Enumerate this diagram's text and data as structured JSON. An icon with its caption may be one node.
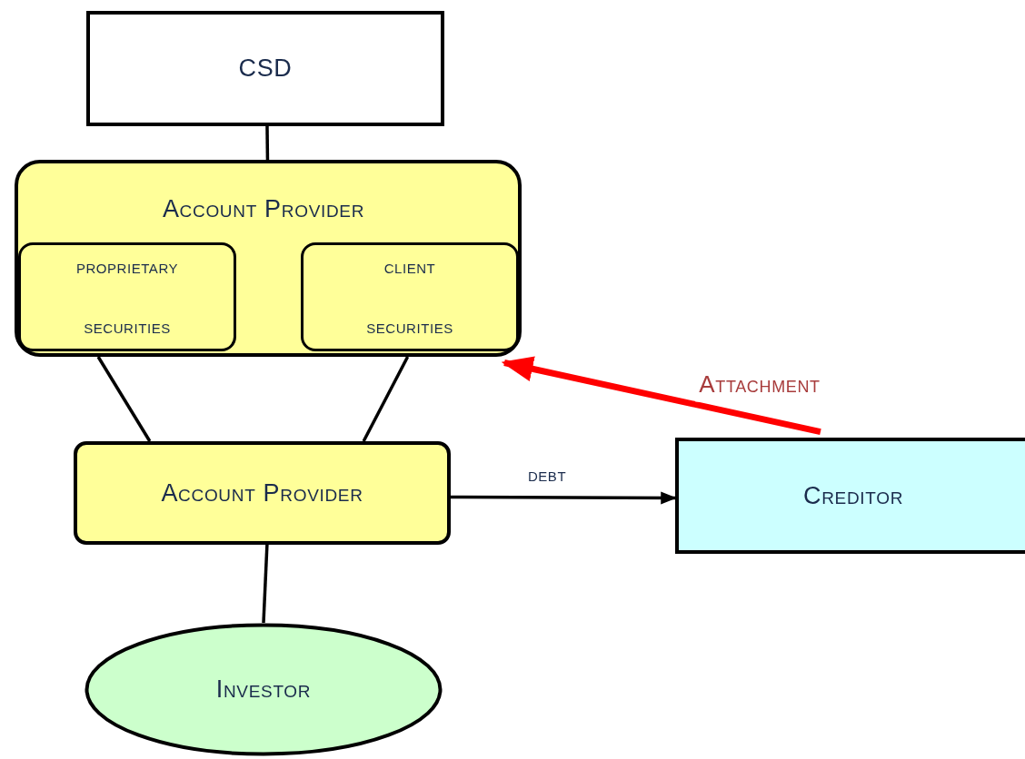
{
  "diagram": {
    "nodes": [
      {
        "text": [
          "CSD"
        ]
      },
      {
        "text": [
          "Account Provider"
        ]
      },
      {
        "text": [
          "proprietary securities"
        ],
        "in": 1
      },
      {
        "text": [
          "client securities"
        ],
        "in": 1
      },
      {
        "text": [
          "Account Provider"
        ]
      },
      {
        "text": [
          "Creditor"
        ]
      },
      {
        "text": [
          "Investor"
        ]
      }
    ],
    "edges": [
      {
        "from": 0,
        "to": 1,
        "arrow": "none"
      },
      {
        "from": 2,
        "to": 4,
        "arrow": "none"
      },
      {
        "from": 3,
        "to": 4,
        "arrow": "none"
      },
      {
        "from": 4,
        "to": 5,
        "arrow": "to",
        "label": "debt"
      },
      {
        "from": 5,
        "to": 1,
        "arrow": "to",
        "label": "Attachment",
        "style": "thick",
        "color": "#ff0000"
      },
      {
        "from": 4,
        "to": 6,
        "arrow": "none"
      }
    ]
  }
}
